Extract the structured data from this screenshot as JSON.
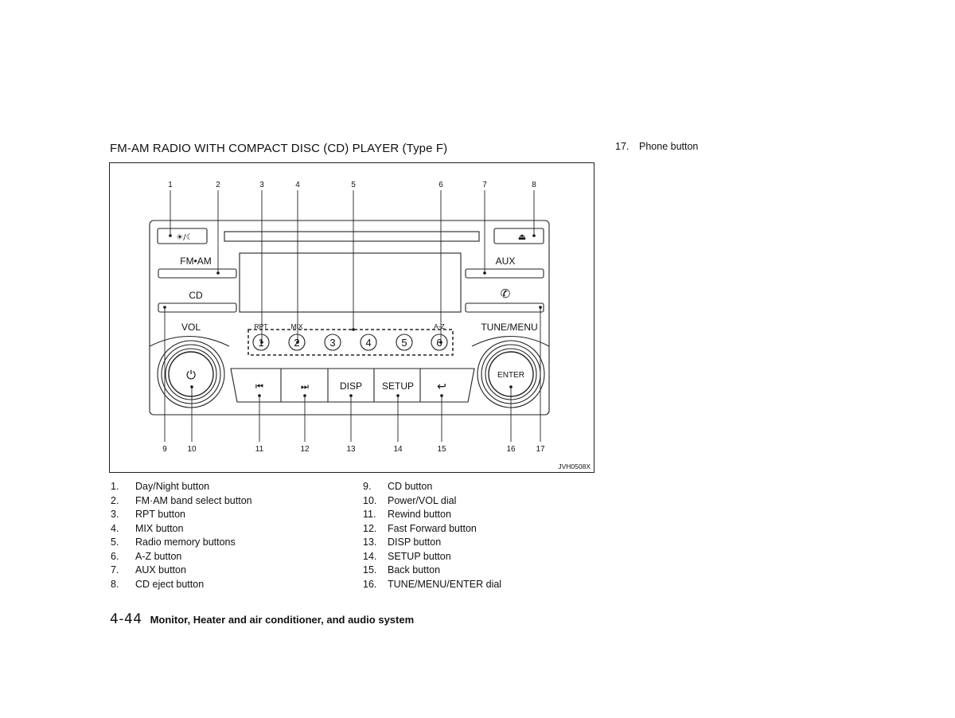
{
  "section_title": "FM-AM RADIO WITH COMPACT DISC (CD) PLAYER (Type F)",
  "right_column": {
    "number": "17.",
    "label": "Phone button"
  },
  "figure": {
    "code": "JVH0508X",
    "callouts": [
      "1",
      "2",
      "3",
      "4",
      "5",
      "6",
      "7",
      "8",
      "9",
      "10",
      "11",
      "12",
      "13",
      "14",
      "15",
      "16",
      "17"
    ],
    "labels": {
      "fm_am": "FM•AM",
      "cd": "CD",
      "vol": "VOL",
      "aux": "AUX",
      "tune_menu": "TUNE/MENU",
      "rpt": "RPT",
      "mix": "MIX",
      "az": "A-Z",
      "enter": "ENTER",
      "disp": "DISP",
      "setup": "SETUP"
    },
    "presets": [
      "1",
      "2",
      "3",
      "4",
      "5",
      "6"
    ],
    "icons": {
      "day_night": "☀/☾",
      "eject": "⏏",
      "phone": "✆",
      "power": "⏻",
      "rewind": "⏮",
      "fast_forward": "⏭",
      "back": "↩"
    }
  },
  "legend_left": [
    {
      "num": "1.",
      "label": "Day/Night button"
    },
    {
      "num": "2.",
      "label": "FM·AM band select button"
    },
    {
      "num": "3.",
      "label": "RPT button"
    },
    {
      "num": "4.",
      "label": "MIX button"
    },
    {
      "num": "5.",
      "label": "Radio memory buttons"
    },
    {
      "num": "6.",
      "label": "A-Z button"
    },
    {
      "num": "7.",
      "label": "AUX button"
    },
    {
      "num": "8.",
      "label": "CD eject button"
    }
  ],
  "legend_right": [
    {
      "num": "9.",
      "label": "CD button"
    },
    {
      "num": "10.",
      "label": "Power/VOL dial"
    },
    {
      "num": "11.",
      "label": "Rewind button"
    },
    {
      "num": "12.",
      "label": "Fast Forward button"
    },
    {
      "num": "13.",
      "label": "DISP button"
    },
    {
      "num": "14.",
      "label": "SETUP button"
    },
    {
      "num": "15.",
      "label": "Back button"
    },
    {
      "num": "16.",
      "label": "TUNE/MENU/ENTER dial"
    }
  ],
  "footer": {
    "page": "4-44",
    "chapter": "Monitor, Heater and air conditioner, and audio system"
  }
}
